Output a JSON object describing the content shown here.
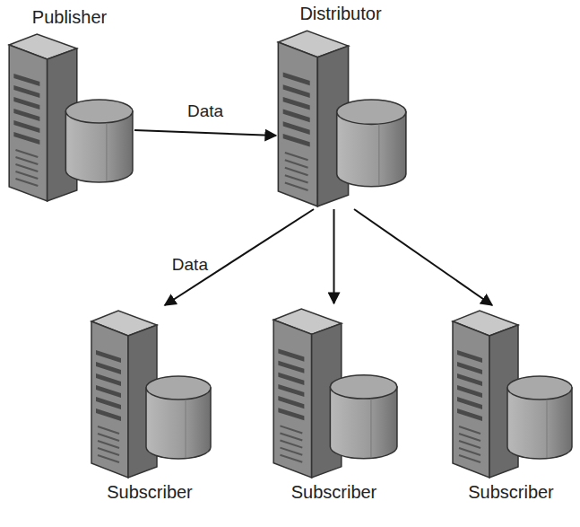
{
  "diagram": {
    "nodes": [
      {
        "text": [
          "Publisher"
        ]
      },
      {
        "text": [
          "Distributor"
        ]
      },
      {
        "text": [
          "Subscriber"
        ]
      },
      {
        "text": [
          "Subscriber"
        ]
      },
      {
        "text": [
          "Subscriber"
        ]
      }
    ],
    "edges": [
      {
        "from": 0,
        "to": 1,
        "label": "Data",
        "arrow": "to"
      },
      {
        "from": 1,
        "to": 2,
        "label": "Data",
        "arrow": "to"
      },
      {
        "from": 1,
        "to": 3,
        "arrow": "to"
      },
      {
        "from": 1,
        "to": 4,
        "arrow": "to"
      }
    ]
  }
}
